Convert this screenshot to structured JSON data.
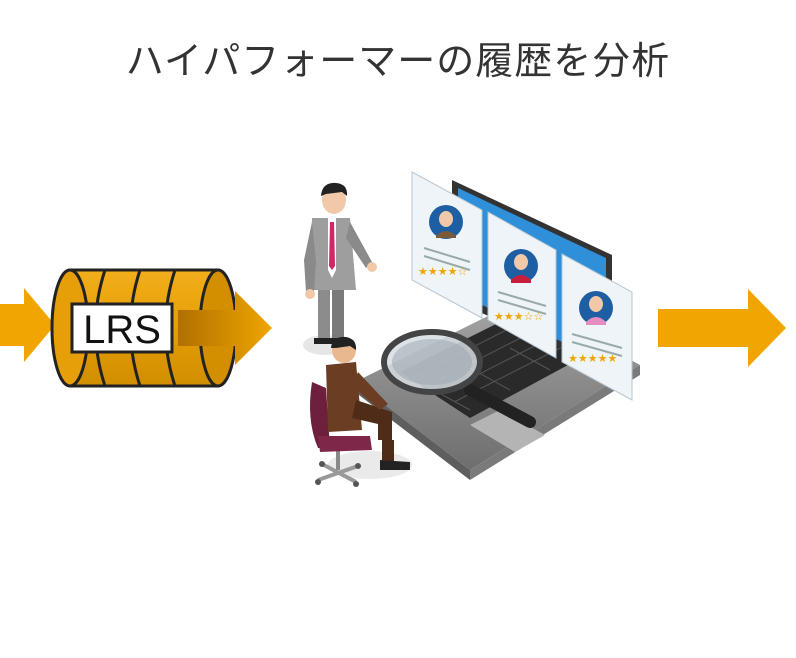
{
  "title": "ハイパフォーマーの履歴を分析",
  "lrs": {
    "label": "LRS"
  },
  "colors": {
    "accent": "#F0A500",
    "cylinder": "#E8A10A",
    "cylinder_dark": "#C78500",
    "outline": "#222222",
    "text": "#333333",
    "screen": "#2F8FD8",
    "laptop": "#8A8A8A"
  },
  "icons": {
    "storage": "database-cylinder-icon",
    "analysis": "people-analyzing-profiles-icon",
    "magnifier": "magnifying-glass-icon"
  },
  "profiles": [
    {
      "rating": 4,
      "max_rating": 5
    },
    {
      "rating": 3,
      "max_rating": 5
    },
    {
      "rating": 5,
      "max_rating": 5
    }
  ]
}
